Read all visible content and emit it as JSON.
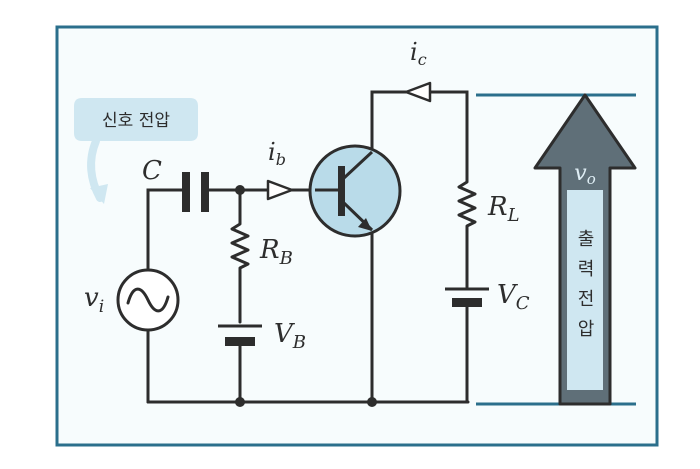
{
  "colors": {
    "background": "#f7fcfd",
    "frame": "#2b6f8c",
    "wire": "#2d2d2d",
    "transistor_fill": "#b9dbe9",
    "callout_fill": "#cfe7f1",
    "arrow_outline": "#2d2d2d",
    "arrow_head_fill": "#5f6f78",
    "arrow_body_fill": "#cfe7f1"
  },
  "labels": {
    "input_signal": "신호 전압",
    "capacitor": "C",
    "base_current": {
      "main": "i",
      "sub": "b"
    },
    "collector_current": {
      "main": "i",
      "sub": "c"
    },
    "base_resistor": {
      "main": "R",
      "sub": "B"
    },
    "base_source": {
      "main": "V",
      "sub": "B"
    },
    "load_resistor": {
      "main": "R",
      "sub": "L"
    },
    "collector_source": {
      "main": "V",
      "sub": "C"
    },
    "input_voltage": {
      "main": "v",
      "sub": "i"
    },
    "output_voltage": {
      "main": "v",
      "sub": "o"
    },
    "output_signal": [
      "출",
      "력",
      "전",
      "압"
    ]
  },
  "icons": {
    "ac_source": "sine-wave-source-icon",
    "transistor": "npn-transistor-icon",
    "output_arrow": "up-arrow-icon"
  }
}
